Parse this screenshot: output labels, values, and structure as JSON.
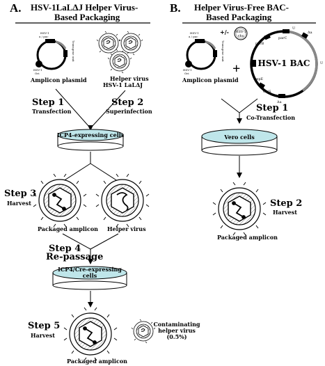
{
  "panels": {
    "a": {
      "letter": "A.",
      "title_line1": "HSV-1LaLΔJ Helper Virus-",
      "title_line2": "Based Packaging"
    },
    "b": {
      "letter": "B.",
      "title_line1": "Helper Virus-Free BAC-",
      "title_line2": "Based Packaging"
    }
  },
  "left": {
    "amplicon_plasmid": "Amplicon plasmid",
    "plasmid_labels": {
      "hsv_a_pac_1": "HSV-1",
      "hsv_a_pac_2": "a / pac",
      "hsv_ori_1": "HSV-1",
      "hsv_ori_2": "Ori",
      "transgene": "Transgene unit"
    },
    "helper_virus_1": "Helper virus",
    "helper_virus_2": "HSV-1 LaLΔJ",
    "step1": "Step 1",
    "step1_sub": "Transfection",
    "step2": "Step 2",
    "step2_sub": "Superinfection",
    "cells1": "ICP4-expressing cells",
    "step3": "Step 3",
    "step3_sub": "Harvest",
    "packaged_amplicon": "Packaged amplicon",
    "helper_virus_label": "Helper virus",
    "step4": "Step 4",
    "step4_sub": "Re-passage",
    "cells2_line1": "ICP4/Cre-expressing",
    "cells2_line2": "cells",
    "step5": "Step 5",
    "step5_sub": "Harvest",
    "packaged_amplicon2": "Packaged amplicon",
    "contam_1": "Contaminating",
    "contam_2": "helper virus",
    "contam_3": "(0.5%)"
  },
  "right": {
    "amplicon_plasmid": "Amplicon plasmid",
    "plus_minus": "+/-",
    "vhs_1": "HSV-1",
    "vhs_2": "vhs",
    "plus": "+",
    "bac_label": "HSV-1 BAC",
    "bac_marks": {
      "parB": "parB",
      "parC": "parC",
      "ul_top": "U",
      "delta_a_top": "Δa",
      "ul_right": "U",
      "repE": "repE",
      "oris": "OriS",
      "delta_a_bottom": "Δa"
    },
    "step1": "Step 1",
    "step1_sub": "Co-Transfection",
    "cells": "Vero cells",
    "step2": "Step 2",
    "step2_sub": "Harvest",
    "packaged_amplicon": "Packaged amplicon"
  },
  "colors": {
    "dish_fill": "#bfe6ea",
    "line": "#000000",
    "background": "#ffffff"
  }
}
